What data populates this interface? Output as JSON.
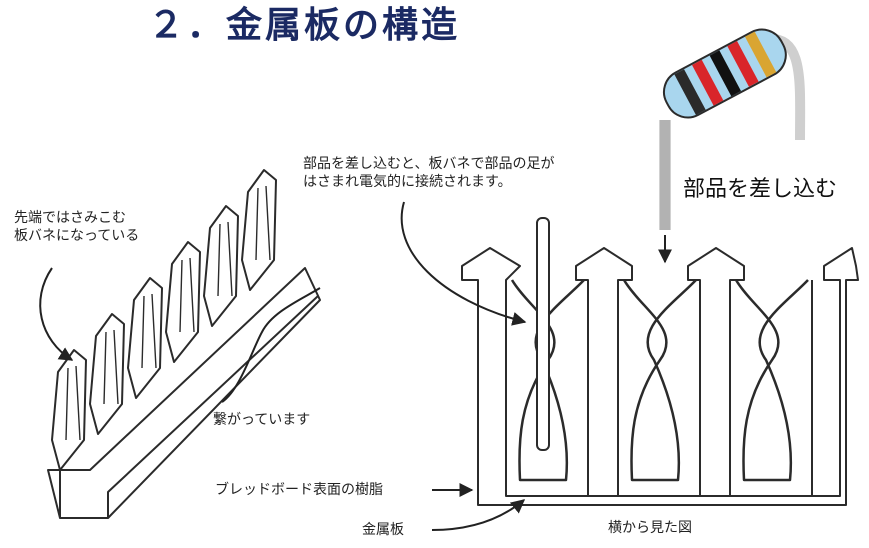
{
  "title": "２．金属板の構造",
  "labels": {
    "tip_line1": "先端ではさみこむ",
    "tip_line2": "板バネになっている",
    "connected": "繋がっています",
    "insert_desc_line1": "部品を差し込むと、板バネで部品の足が",
    "insert_desc_line2": "はさまれ電気的に接続されます。",
    "insert_part": "部品を差し込む",
    "resin": "ブレッドボード表面の樹脂",
    "metal_plate": "金属板",
    "side_view": "横から見た図"
  },
  "resistor_bands": [
    "#2a2a2a",
    "#d9252a",
    "#111111",
    "#d9252a",
    "#d9a532"
  ],
  "colors": {
    "title": "#1b2a63",
    "line": "#2b2b2b",
    "resistor_body": "#a9d6ee",
    "lead": "#cfcfcf"
  }
}
